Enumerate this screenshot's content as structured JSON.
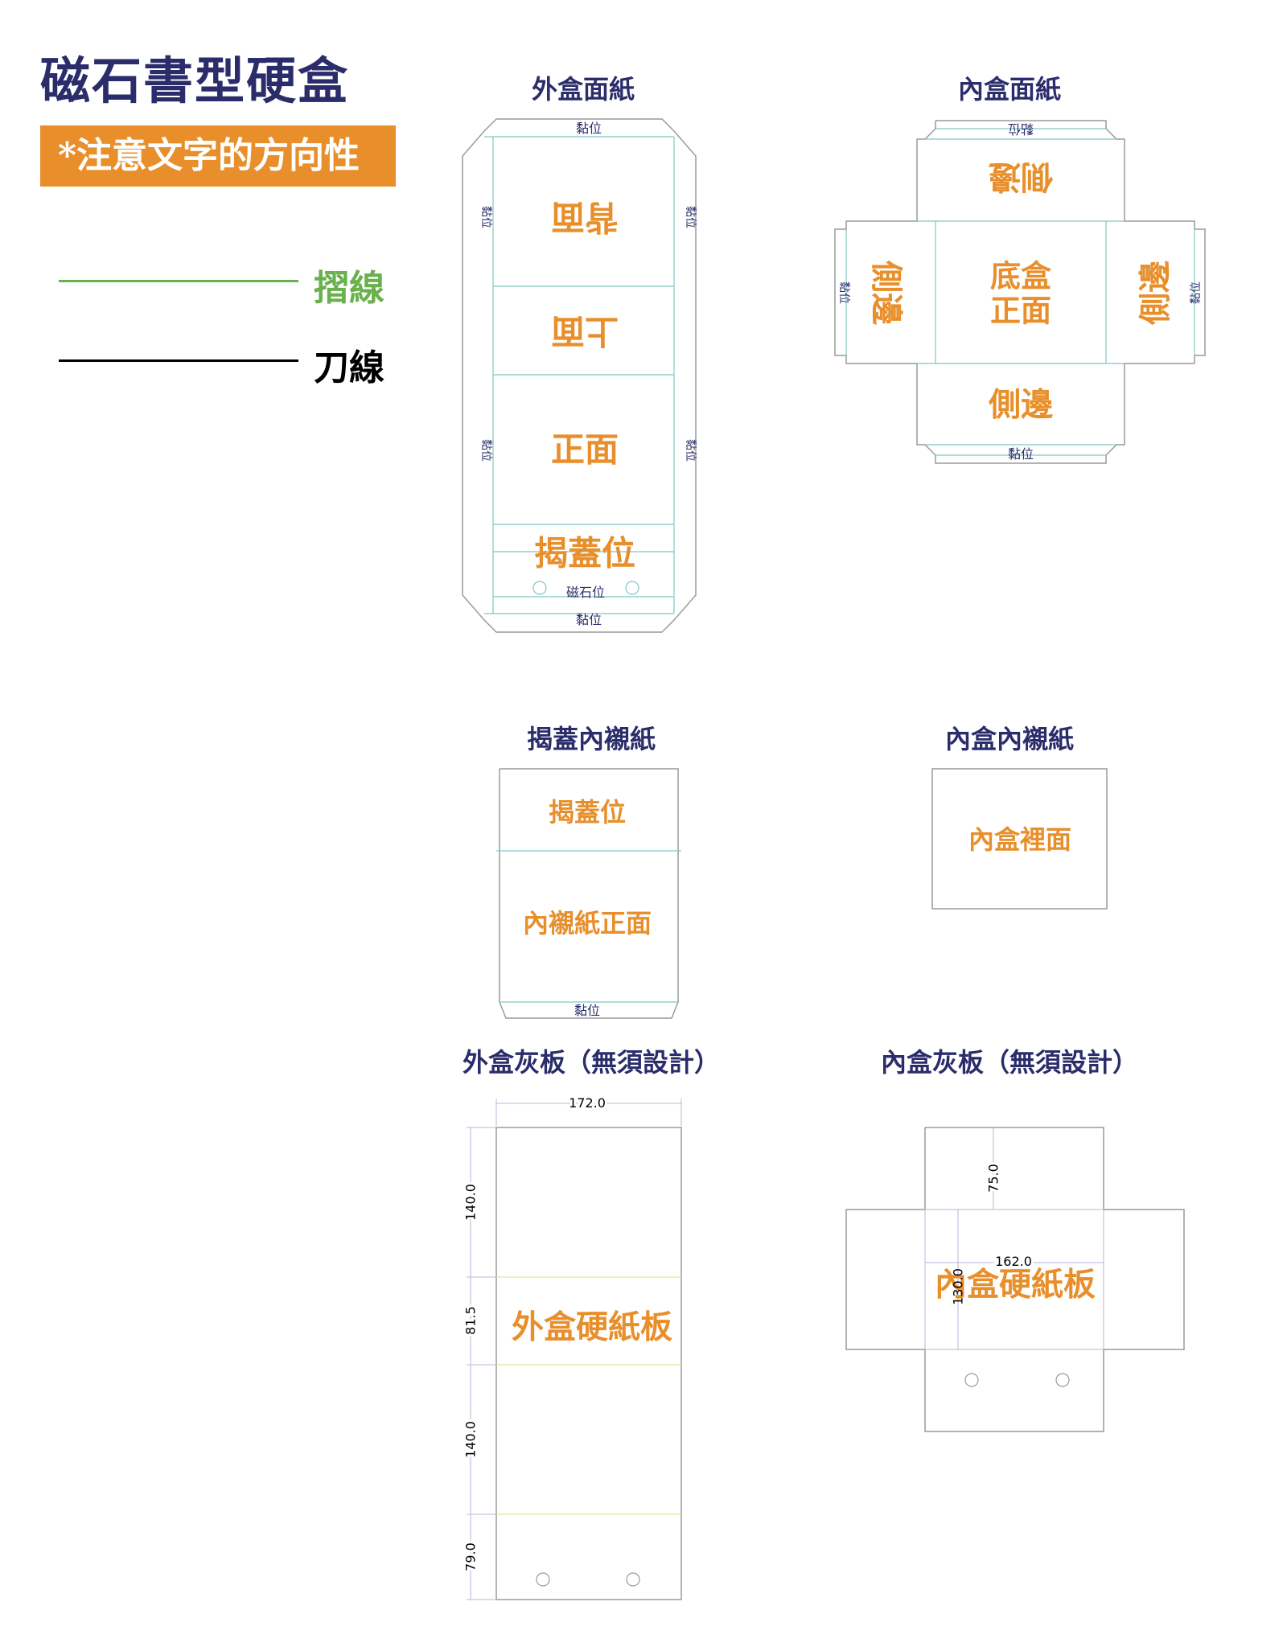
{
  "title": "磁石書型硬盒",
  "note": "*注意文字的方向性",
  "legend": {
    "fold_label": "摺線",
    "cut_label": "刀線"
  },
  "colors": {
    "navy": "#2b2d6b",
    "orange": "#e88f2c",
    "green": "#6ab04c",
    "black": "#000000",
    "fold_line": "#7fc7c2",
    "cut_line": "#9a9a9a",
    "dim_line": "#b3b8d6"
  },
  "sections": {
    "outer_face": {
      "heading": "外盒面紙",
      "top_glue": "黏位",
      "bottom_glue": "黏位",
      "side_glue": "黏位",
      "back": "背面",
      "top": "上面",
      "front": "正面",
      "flap": "揭蓋位",
      "magnet": "磁石位"
    },
    "inner_face": {
      "heading": "內盒面紙",
      "top_glue": "黏位",
      "bottom_glue": "黏位",
      "left_glue": "黏位",
      "right_glue": "黏位",
      "side_top": "側邊",
      "side_bottom": "側邊",
      "side_left": "側邊",
      "side_right": "側邊",
      "base_line1": "底盒",
      "base_line2": "正面"
    },
    "flap_lining": {
      "heading": "揭蓋內襯紙",
      "flap": "揭蓋位",
      "front": "內襯紙正面",
      "glue": "黏位"
    },
    "inner_lining": {
      "heading": "內盒內襯紙",
      "inside": "內盒裡面"
    },
    "outer_board": {
      "heading": "外盒灰板（無須設計）",
      "label": "外盒硬紙板",
      "width": "172.0",
      "dim_a": "140.0",
      "dim_b": "81.5",
      "dim_c": "140.0",
      "dim_d": "79.0"
    },
    "inner_board": {
      "heading": "內盒灰板（無須設計）",
      "label": "內盒硬紙板",
      "dim_top": "75.0",
      "dim_width": "162.0",
      "dim_height": "130.0"
    }
  }
}
